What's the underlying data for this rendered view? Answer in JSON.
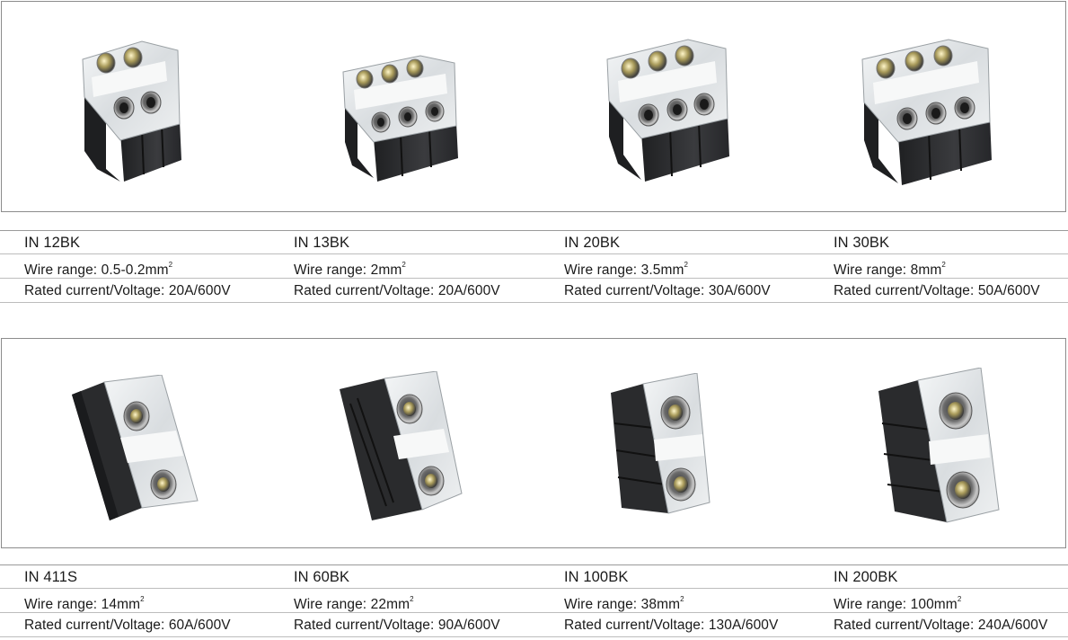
{
  "top_group": {
    "products": [
      {
        "model": "IN 12BK",
        "wire_label": "Wire range: ",
        "wire_value": "0.5-0.2mm",
        "wire_sup": "2",
        "rated": "Rated current/Voltage: 20A/600V",
        "image": "two-pole-terminal-block"
      },
      {
        "model": "IN 13BK",
        "wire_label": "Wire range: ",
        "wire_value": "2mm",
        "wire_sup": "2",
        "rated": "Rated current/Voltage: 20A/600V",
        "image": "three-pole-terminal-block"
      },
      {
        "model": "IN 20BK",
        "wire_label": "Wire range: ",
        "wire_value": "3.5mm",
        "wire_sup": "2",
        "rated": "Rated current/Voltage: 30A/600V",
        "image": "three-pole-terminal-block"
      },
      {
        "model": "IN 30BK",
        "wire_label": "Wire range: ",
        "wire_value": "8mm",
        "wire_sup": "2",
        "rated": "Rated current/Voltage: 50A/600V",
        "image": "three-pole-terminal-block"
      }
    ]
  },
  "bottom_group": {
    "products": [
      {
        "model": "IN 411S",
        "wire_label": "Wire range: ",
        "wire_value": "14mm",
        "wire_sup": "2",
        "rated": "Rated current/Voltage: 60A/600V",
        "image": "single-pole-terminal-block"
      },
      {
        "model": "IN 60BK",
        "wire_label": "Wire range: ",
        "wire_value": "22mm",
        "wire_sup": "2",
        "rated": "Rated current/Voltage: 90A/600V",
        "image": "single-pole-terminal-block"
      },
      {
        "model": "IN 100BK",
        "wire_label": "Wire range: ",
        "wire_value": "38mm",
        "wire_sup": "2",
        "rated": "Rated current/Voltage: 130A/600V",
        "image": "single-pole-terminal-block"
      },
      {
        "model": "IN 200BK",
        "wire_label": "Wire range: ",
        "wire_value": "100mm",
        "wire_sup": "2",
        "rated": "Rated current/Voltage: 240A/600V",
        "image": "single-pole-terminal-block"
      }
    ]
  },
  "colors": {
    "housing": "#2e2f31",
    "cover": "#e9ecee",
    "border": "#8c8c8c",
    "text": "#1a1a1a"
  }
}
